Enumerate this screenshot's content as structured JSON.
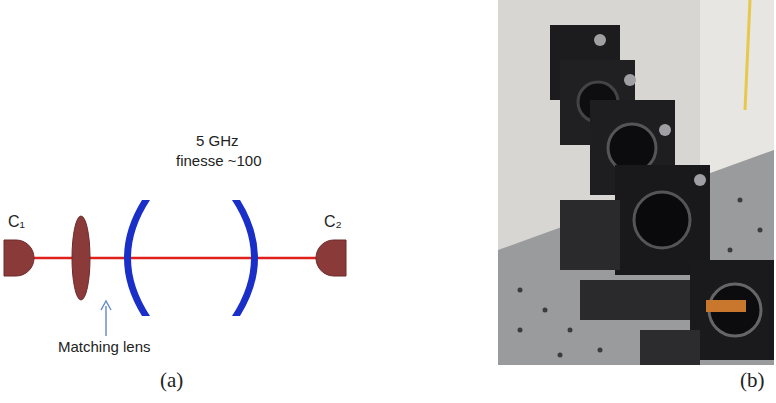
{
  "diagram": {
    "labels": [
      "5 GHz",
      "finesse ~100",
      "C₁",
      "C₂",
      "Matching lens",
      "(a)",
      "(b)"
    ]
  }
}
